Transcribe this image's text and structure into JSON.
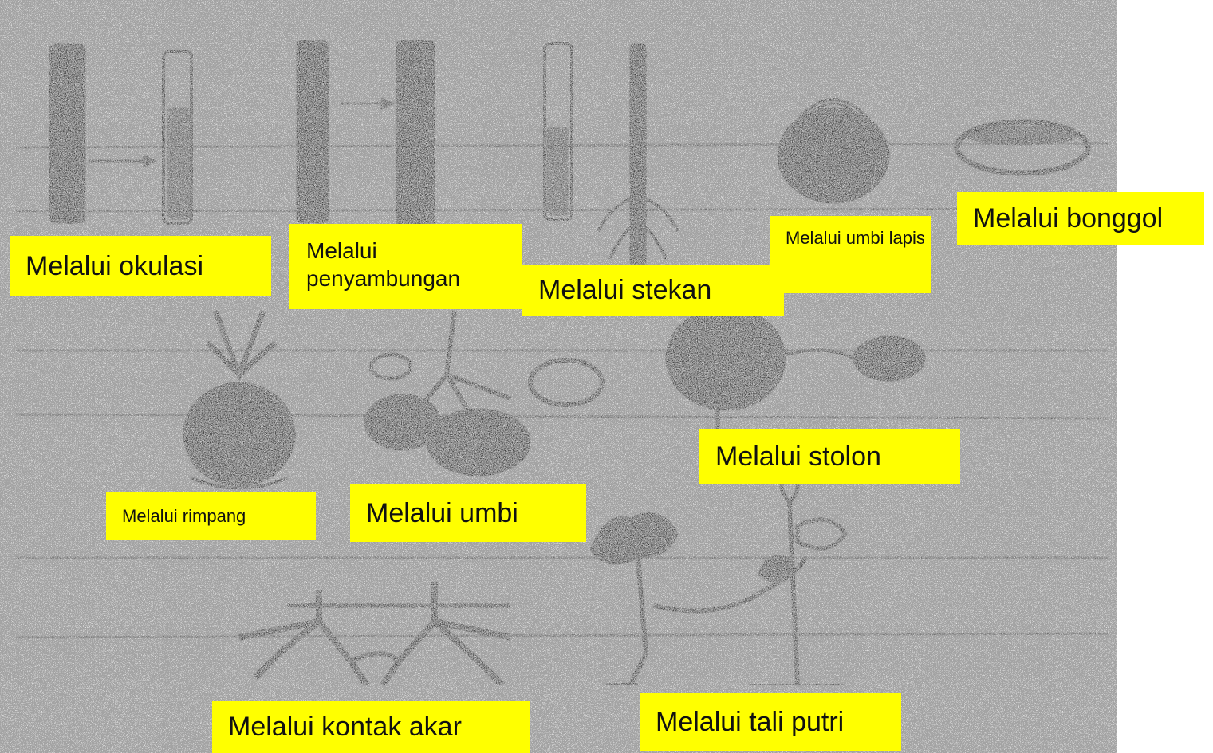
{
  "labels": {
    "okulasi": "Melalui okulasi",
    "penyambungan": "Melalui penyambungan",
    "stekan": "Melalui stekan",
    "umbi_lapis": "Melalui umbi lapis",
    "bonggol": "Melalui bonggol",
    "stolon": "Melalui stolon",
    "rimpang": "Melalui rimpang",
    "umbi": "Melalui umbi",
    "kontak_akar": "Melalui kontak akar",
    "tali_putri": "Melalui tali putri"
  },
  "colors": {
    "label_background": "#ffff00",
    "ink": "#1a1a1a",
    "background": "#ffffff"
  }
}
